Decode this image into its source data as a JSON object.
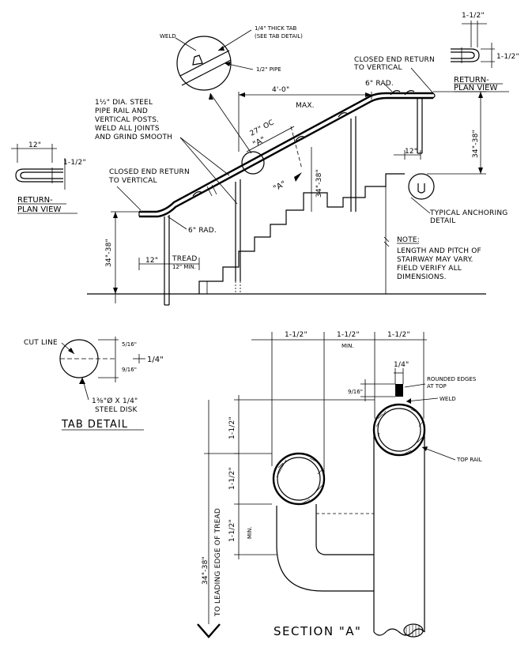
{
  "elevation": {
    "weld": "WELD",
    "tab_line1": "1/4\" THICK TAB",
    "tab_line2": "(SEE TAB DETAIL)",
    "pipe": "1/2\" PIPE",
    "rail_note": [
      "1½\" DIA. STEEL",
      "PIPE RAIL AND",
      "VERTICAL POSTS.",
      "WELD ALL JOINTS",
      "AND GRIND SMOOTH"
    ],
    "closed_end_right": [
      "CLOSED END RETURN",
      "TO VERTICAL"
    ],
    "closed_end_left": [
      "CLOSED END RETURN",
      "TO VERTICAL"
    ],
    "rad_right": "6\" RAD.",
    "rad_left": "6\" RAD.",
    "max_span": "4'-0\"",
    "max_label": "MAX.",
    "oc_spacing": "27\" OC",
    "section_marker": "\"A\"",
    "section_marker_2": "\"A\"",
    "height_mid": "34\"-38\"",
    "height_right": "34\"-38\"",
    "height_left": "34\"-38\"",
    "ext_right": "12\"",
    "ext_left": "12\"",
    "tread": "TREAD",
    "tread_min": "12\" MIN.",
    "anchoring": [
      "TYPICAL ANCHORING",
      "DETAIL"
    ],
    "note_head": "NOTE:",
    "note_body": [
      "LENGTH AND PITCH OF",
      "STAIRWAY MAY VARY.",
      "FIELD VERIFY ALL",
      "DIMENSIONS."
    ]
  },
  "return_plan_right": {
    "dim_top": "1-1/2\"",
    "dim_side": "1-1/2\"",
    "title": [
      "RETURN-",
      "PLAN VIEW"
    ]
  },
  "return_plan_left": {
    "dim_top": "12\"",
    "dim_side": "1-1/2\"",
    "title": [
      "RETURN-",
      "PLAN VIEW"
    ]
  },
  "tab_detail": {
    "cut_line": "CUT LINE",
    "dim_a": "5/16\"",
    "dim_b": "9/16\"",
    "dim_c": "1/4\"",
    "disk": "1⅜\"Ø X 1/4\"",
    "disk_2": "STEEL DISK",
    "title": "TAB DETAIL"
  },
  "section_a": {
    "dim1": "1-1/2\"",
    "dim2": "1-1/2\"",
    "dim2_min": "MIN.",
    "dim3": "1-1/2\"",
    "tab_w": "1/4\"",
    "tab_h": "9/16\"",
    "rounded": [
      "ROUNDED EDGES",
      "AT TOP"
    ],
    "weld": "WELD",
    "top_rail": "TOP RAIL",
    "v1": "1-1/2\"",
    "v2": "1-1/2\"",
    "v3": "1-1/2\"",
    "v3_min": "MIN.",
    "height": "34\"-38\"",
    "leading": "TO LEADING EDGE OF TREAD",
    "title": "SECTION \"A\""
  }
}
